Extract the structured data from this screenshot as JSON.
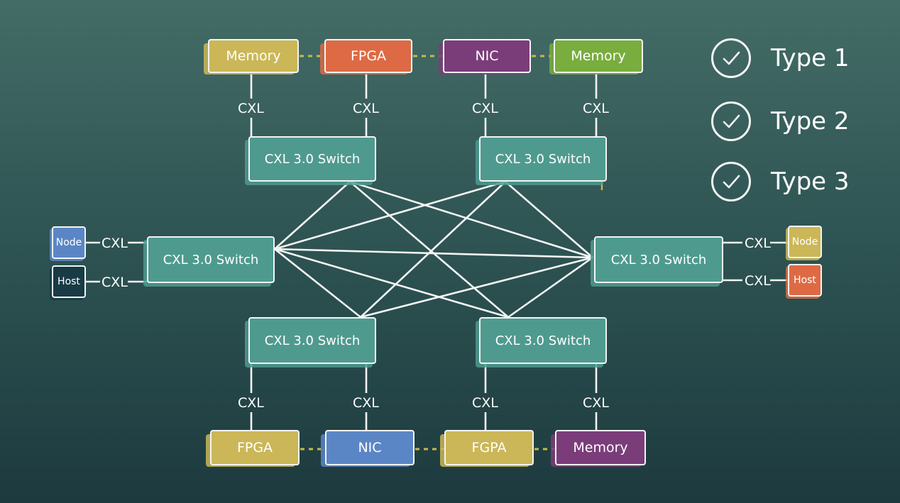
{
  "switch_label": "CXL 3.0 Switch",
  "link_label": "CXL",
  "top_devices": [
    {
      "label": "Memory",
      "color": "#cbb757"
    },
    {
      "label": "FPGA",
      "color": "#dd6a45"
    },
    {
      "label": "NIC",
      "color": "#7b3d79"
    },
    {
      "label": "Memory",
      "color": "#79ad3e"
    }
  ],
  "bottom_devices": [
    {
      "label": "FPGA",
      "color": "#cbb757"
    },
    {
      "label": "NIC",
      "color": "#5b86c6"
    },
    {
      "label": "FGPA",
      "color": "#cbb757"
    },
    {
      "label": "Memory",
      "color": "#7b3d79"
    }
  ],
  "left_endpoints": [
    {
      "label": "Node",
      "color": "#5b86c6"
    },
    {
      "label": "Host",
      "color": "#183b45"
    }
  ],
  "right_endpoints": [
    {
      "label": "Node",
      "color": "#cbb757"
    },
    {
      "label": "Host",
      "color": "#dd6a45"
    }
  ],
  "switch_color": "#4f9a8f",
  "legend": [
    {
      "label": "Type 1",
      "icon": "check-circle-icon"
    },
    {
      "label": "Type 2",
      "icon": "check-circle-icon"
    },
    {
      "label": "Type 3",
      "icon": "check-circle-icon"
    }
  ]
}
